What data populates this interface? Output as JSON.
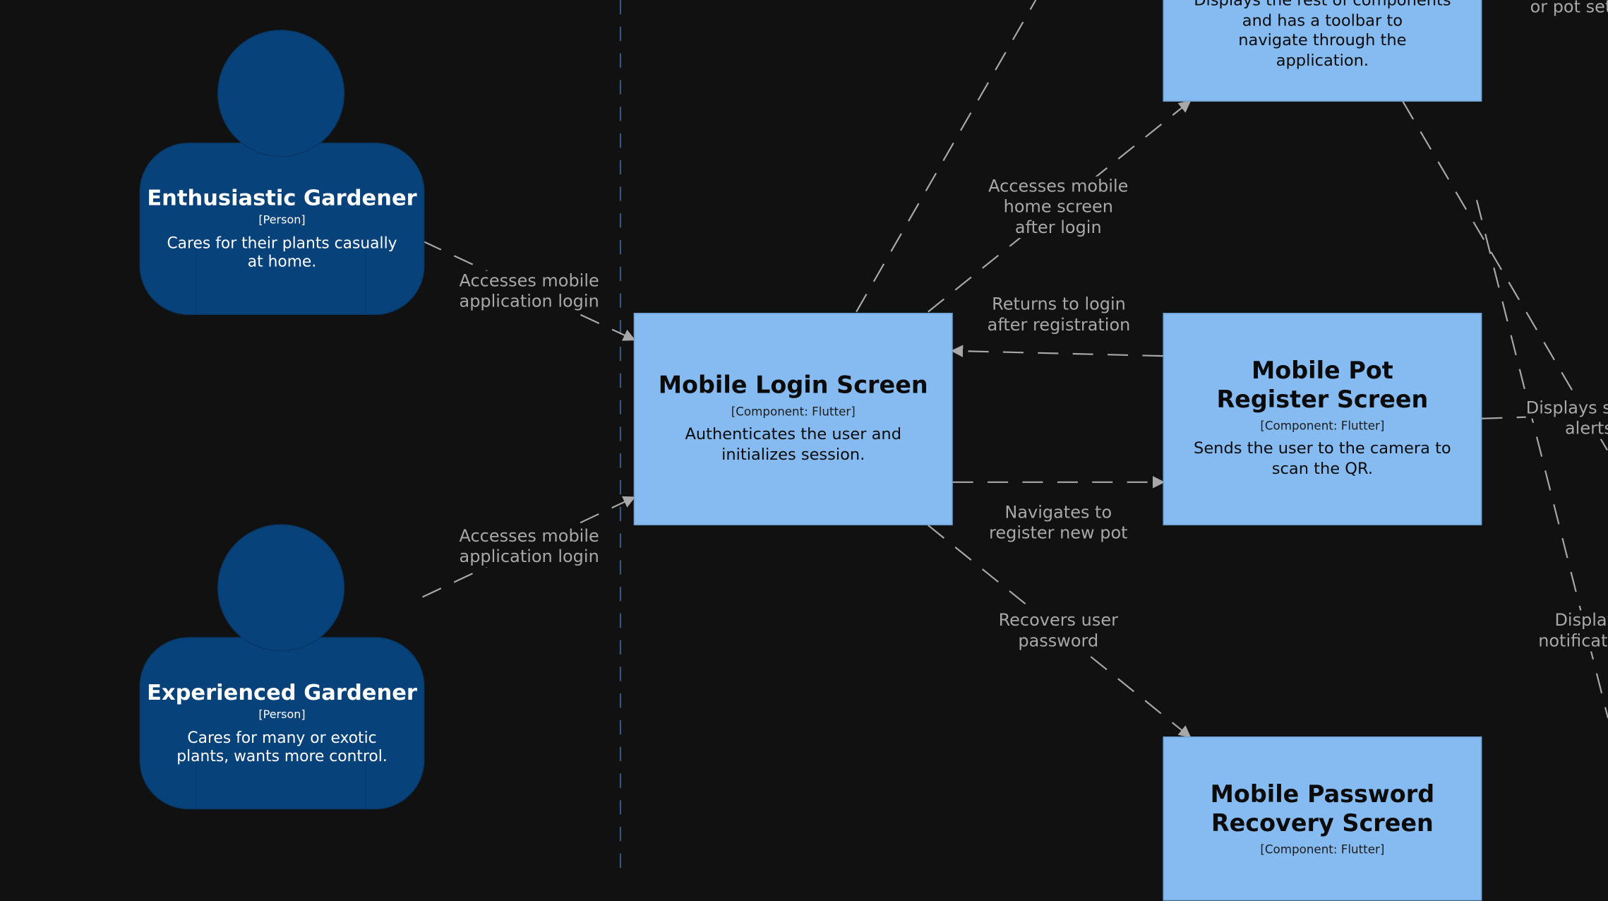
{
  "people": [
    {
      "id": "enthusiastic",
      "name": "Enthusiastic Gardener",
      "kind": "[Person]",
      "description": "Cares for their plants casually at home."
    },
    {
      "id": "experienced",
      "name": "Experienced Gardener",
      "kind": "[Person]",
      "description": "Cares for many or exotic plants, wants more control."
    }
  ],
  "components": {
    "home": {
      "description_top": "Displays the rest of components",
      "description": "and has a toolbar to navigate through the application."
    },
    "login": {
      "title": "Mobile Login Screen",
      "tech": "[Component: Flutter]",
      "description": "Authenticates the user and initializes session."
    },
    "pot_register": {
      "title": "Mobile Pot Register Screen",
      "tech": "[Component: Flutter]",
      "description": "Sends the user to the camera to scan the QR."
    },
    "password_recovery": {
      "title": "Mobile Password Recovery Screen",
      "tech": "[Component: Flutter]"
    }
  },
  "relationships": {
    "enthusiastic_to_login": "Accesses mobile application login",
    "experienced_to_login": "Accesses mobile application login",
    "login_to_home": "Accesses mobile home screen after login",
    "register_to_login": "Returns to login after registration",
    "login_to_register": "Navigates to register new pot",
    "login_to_recovery": "Recovers user password",
    "cut_top_right": "or pot set",
    "cut_displays_alerts_1": "Displays se",
    "cut_displays_alerts_2": "alerts",
    "cut_displays_notif_1": "Display",
    "cut_displays_notif_2": "notificati"
  },
  "colors": {
    "background": "#111111",
    "person": "#08427B",
    "component": "#85BBF0",
    "arrow": "#a8a8a8",
    "boundary": "#2a5a8a"
  }
}
